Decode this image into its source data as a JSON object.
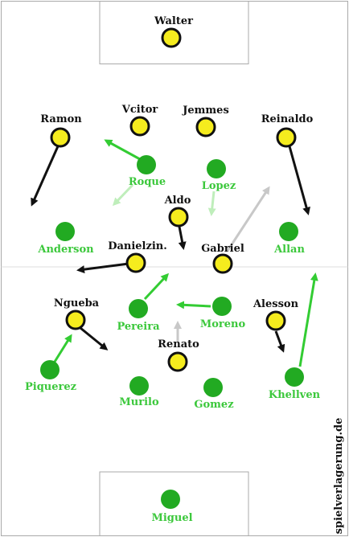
{
  "colors": {
    "team_a_fill": "#f5ec1e",
    "team_a_stroke": "#111111",
    "team_a_label": "#111111",
    "team_b_fill": "#22aa22",
    "team_b_label": "#3cc83c",
    "arrow_black": "#111111",
    "arrow_green": "#33cc33",
    "arrow_light_green": "#bfeebb",
    "arrow_gray": "#c8c8c8",
    "lines": "#aaaaaa"
  },
  "watermark": "spielverlagerung.de",
  "players": [
    {
      "id": "walter",
      "name": "Walter",
      "team": "a"
    },
    {
      "id": "vcitor",
      "name": "Vcitor",
      "team": "a"
    },
    {
      "id": "jemmes",
      "name": "Jemmes",
      "team": "a"
    },
    {
      "id": "ramon",
      "name": "Ramon",
      "team": "a"
    },
    {
      "id": "reinaldo",
      "name": "Reinaldo",
      "team": "a"
    },
    {
      "id": "aldo",
      "name": "Aldo",
      "team": "a"
    },
    {
      "id": "danielzin",
      "name": "Danielzin.",
      "team": "a"
    },
    {
      "id": "gabriel",
      "name": "Gabriel",
      "team": "a"
    },
    {
      "id": "ngueba",
      "name": "Ngueba",
      "team": "a"
    },
    {
      "id": "alesson",
      "name": "Alesson",
      "team": "a"
    },
    {
      "id": "renato",
      "name": "Renato",
      "team": "a"
    },
    {
      "id": "roque",
      "name": "Roque",
      "team": "b"
    },
    {
      "id": "lopez",
      "name": "Lopez",
      "team": "b"
    },
    {
      "id": "anderson",
      "name": "Anderson",
      "team": "b"
    },
    {
      "id": "allan",
      "name": "Allan",
      "team": "b"
    },
    {
      "id": "pereira",
      "name": "Pereira",
      "team": "b"
    },
    {
      "id": "moreno",
      "name": "Moreno",
      "team": "b"
    },
    {
      "id": "piquerez",
      "name": "Piquerez",
      "team": "b"
    },
    {
      "id": "murilo",
      "name": "Murilo",
      "team": "b"
    },
    {
      "id": "gomez",
      "name": "Gomez",
      "team": "b"
    },
    {
      "id": "khellven",
      "name": "Khellven",
      "team": "b"
    },
    {
      "id": "miguel",
      "name": "Miguel",
      "team": "b"
    }
  ]
}
